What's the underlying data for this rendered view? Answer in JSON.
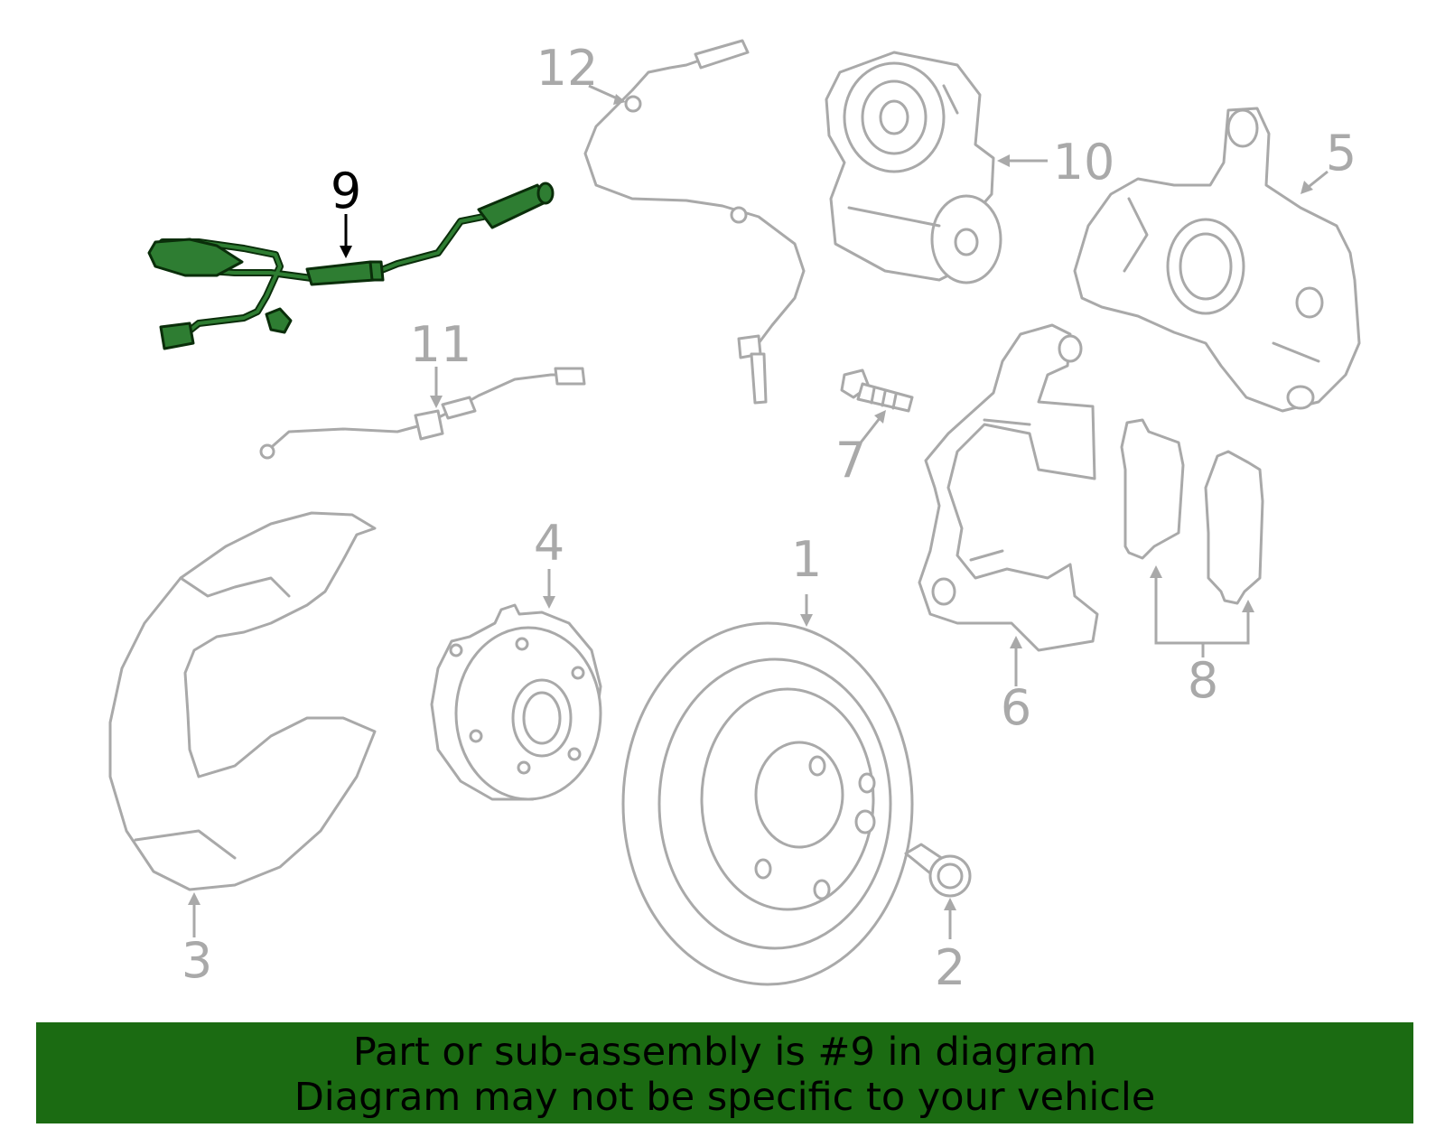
{
  "callouts": {
    "c1": "1",
    "c2": "2",
    "c3": "3",
    "c4": "4",
    "c5": "5",
    "c6": "6",
    "c7": "7",
    "c8": "8",
    "c9": "9",
    "c10": "10",
    "c11": "11",
    "c12": "12"
  },
  "highlighted_part": "9",
  "colors": {
    "highlight": "#2e7d32",
    "banner": "#1b6b12",
    "line_art": "#a9a9a9"
  },
  "banner": {
    "line1": "Part or sub-assembly is #9 in diagram",
    "line2": "Diagram may not be specific to your vehicle"
  }
}
